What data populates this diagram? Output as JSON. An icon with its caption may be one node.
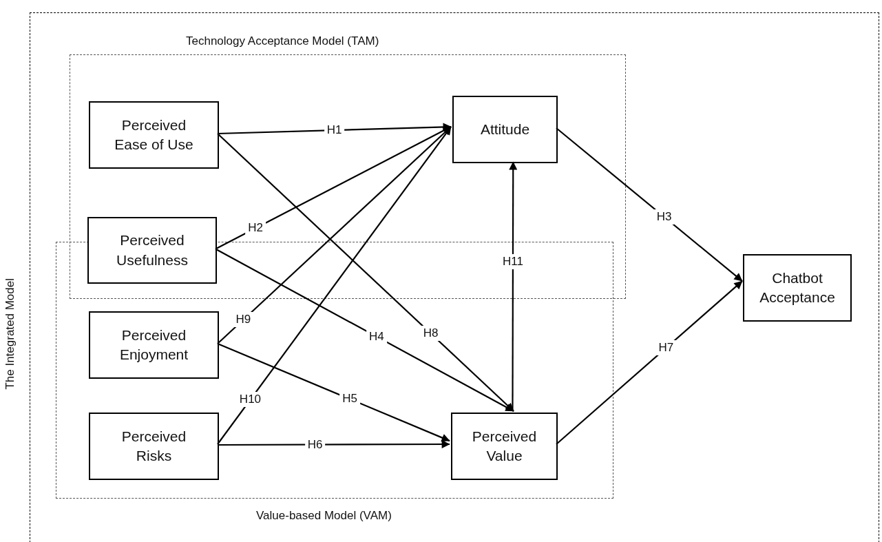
{
  "diagram": {
    "nodes": [
      {
        "text": [
          "The Integrated Model"
        ]
      },
      {
        "text": [
          "Technology Acceptance Model (TAM)"
        ],
        "in": 0
      },
      {
        "text": [
          "Value-based Model (VAM)"
        ],
        "in": 0
      },
      {
        "text": [
          "Perceived Ease of Use"
        ],
        "in": 1
      },
      {
        "text": [
          "Attitude"
        ],
        "in": 1
      },
      {
        "text": [
          "Perceived Usefulness"
        ],
        "in": 1
      },
      {
        "text": [
          "Perceived Enjoyment"
        ],
        "in": 2
      },
      {
        "text": [
          "Perceived Risks"
        ],
        "in": 2
      },
      {
        "text": [
          "Perceived Value"
        ],
        "in": 2
      },
      {
        "text": [
          "Chatbot Acceptance"
        ],
        "in": 0
      }
    ],
    "edges": [
      {
        "from": 3,
        "to": 4,
        "arrow": "to",
        "label": "H1"
      },
      {
        "from": 5,
        "to": 4,
        "arrow": "to",
        "label": "H2"
      },
      {
        "from": 4,
        "to": 9,
        "arrow": "to",
        "label": "H3"
      },
      {
        "from": 5,
        "to": 8,
        "arrow": "to",
        "label": "H4"
      },
      {
        "from": 6,
        "to": 8,
        "arrow": "to",
        "label": "H5"
      },
      {
        "from": 7,
        "to": 8,
        "arrow": "to",
        "label": "H6"
      },
      {
        "from": 8,
        "to": 9,
        "arrow": "to",
        "label": "H7"
      },
      {
        "from": 3,
        "to": 8,
        "arrow": "to",
        "label": "H8"
      },
      {
        "from": 6,
        "to": 4,
        "arrow": "to",
        "label": "H9"
      },
      {
        "from": 7,
        "to": 4,
        "arrow": "to",
        "label": "H10"
      },
      {
        "from": 8,
        "to": 4,
        "arrow": "to",
        "label": "H11"
      }
    ]
  }
}
